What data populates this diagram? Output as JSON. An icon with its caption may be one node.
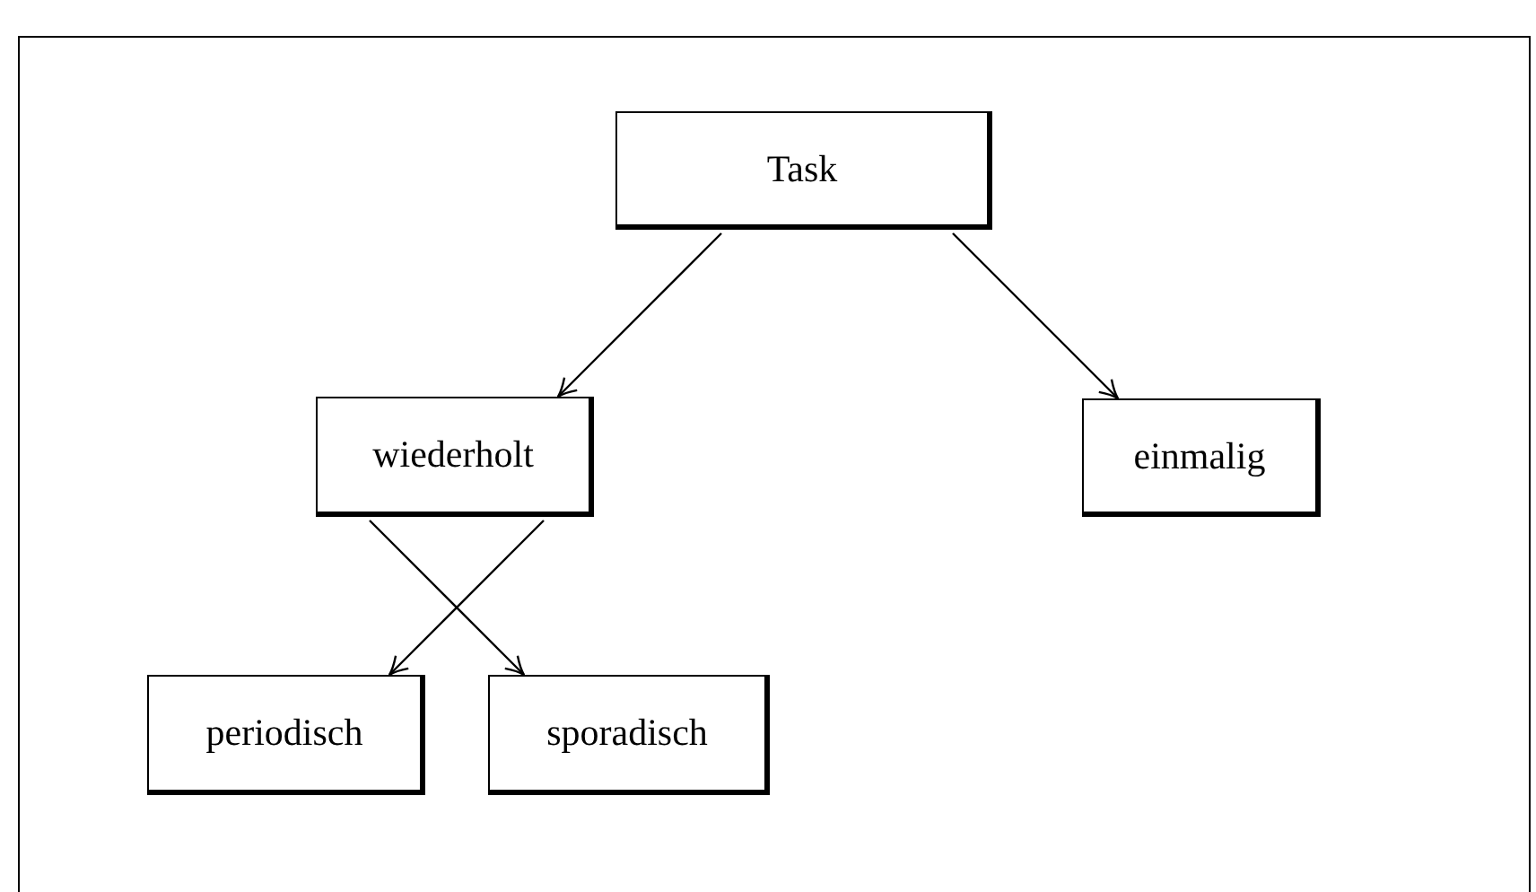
{
  "diagram": {
    "nodes": [
      {
        "text": [
          "Task"
        ]
      },
      {
        "text": [
          "wiederholt"
        ]
      },
      {
        "text": [
          "einmalig"
        ]
      },
      {
        "text": [
          "periodisch"
        ]
      },
      {
        "text": [
          "sporadisch"
        ]
      }
    ],
    "edges": [
      {
        "from": 0,
        "to": 1,
        "arrow": "to"
      },
      {
        "from": 0,
        "to": 2,
        "arrow": "to"
      },
      {
        "from": 1,
        "to": 3,
        "arrow": "to"
      },
      {
        "from": 1,
        "to": 4,
        "arrow": "to"
      }
    ]
  }
}
